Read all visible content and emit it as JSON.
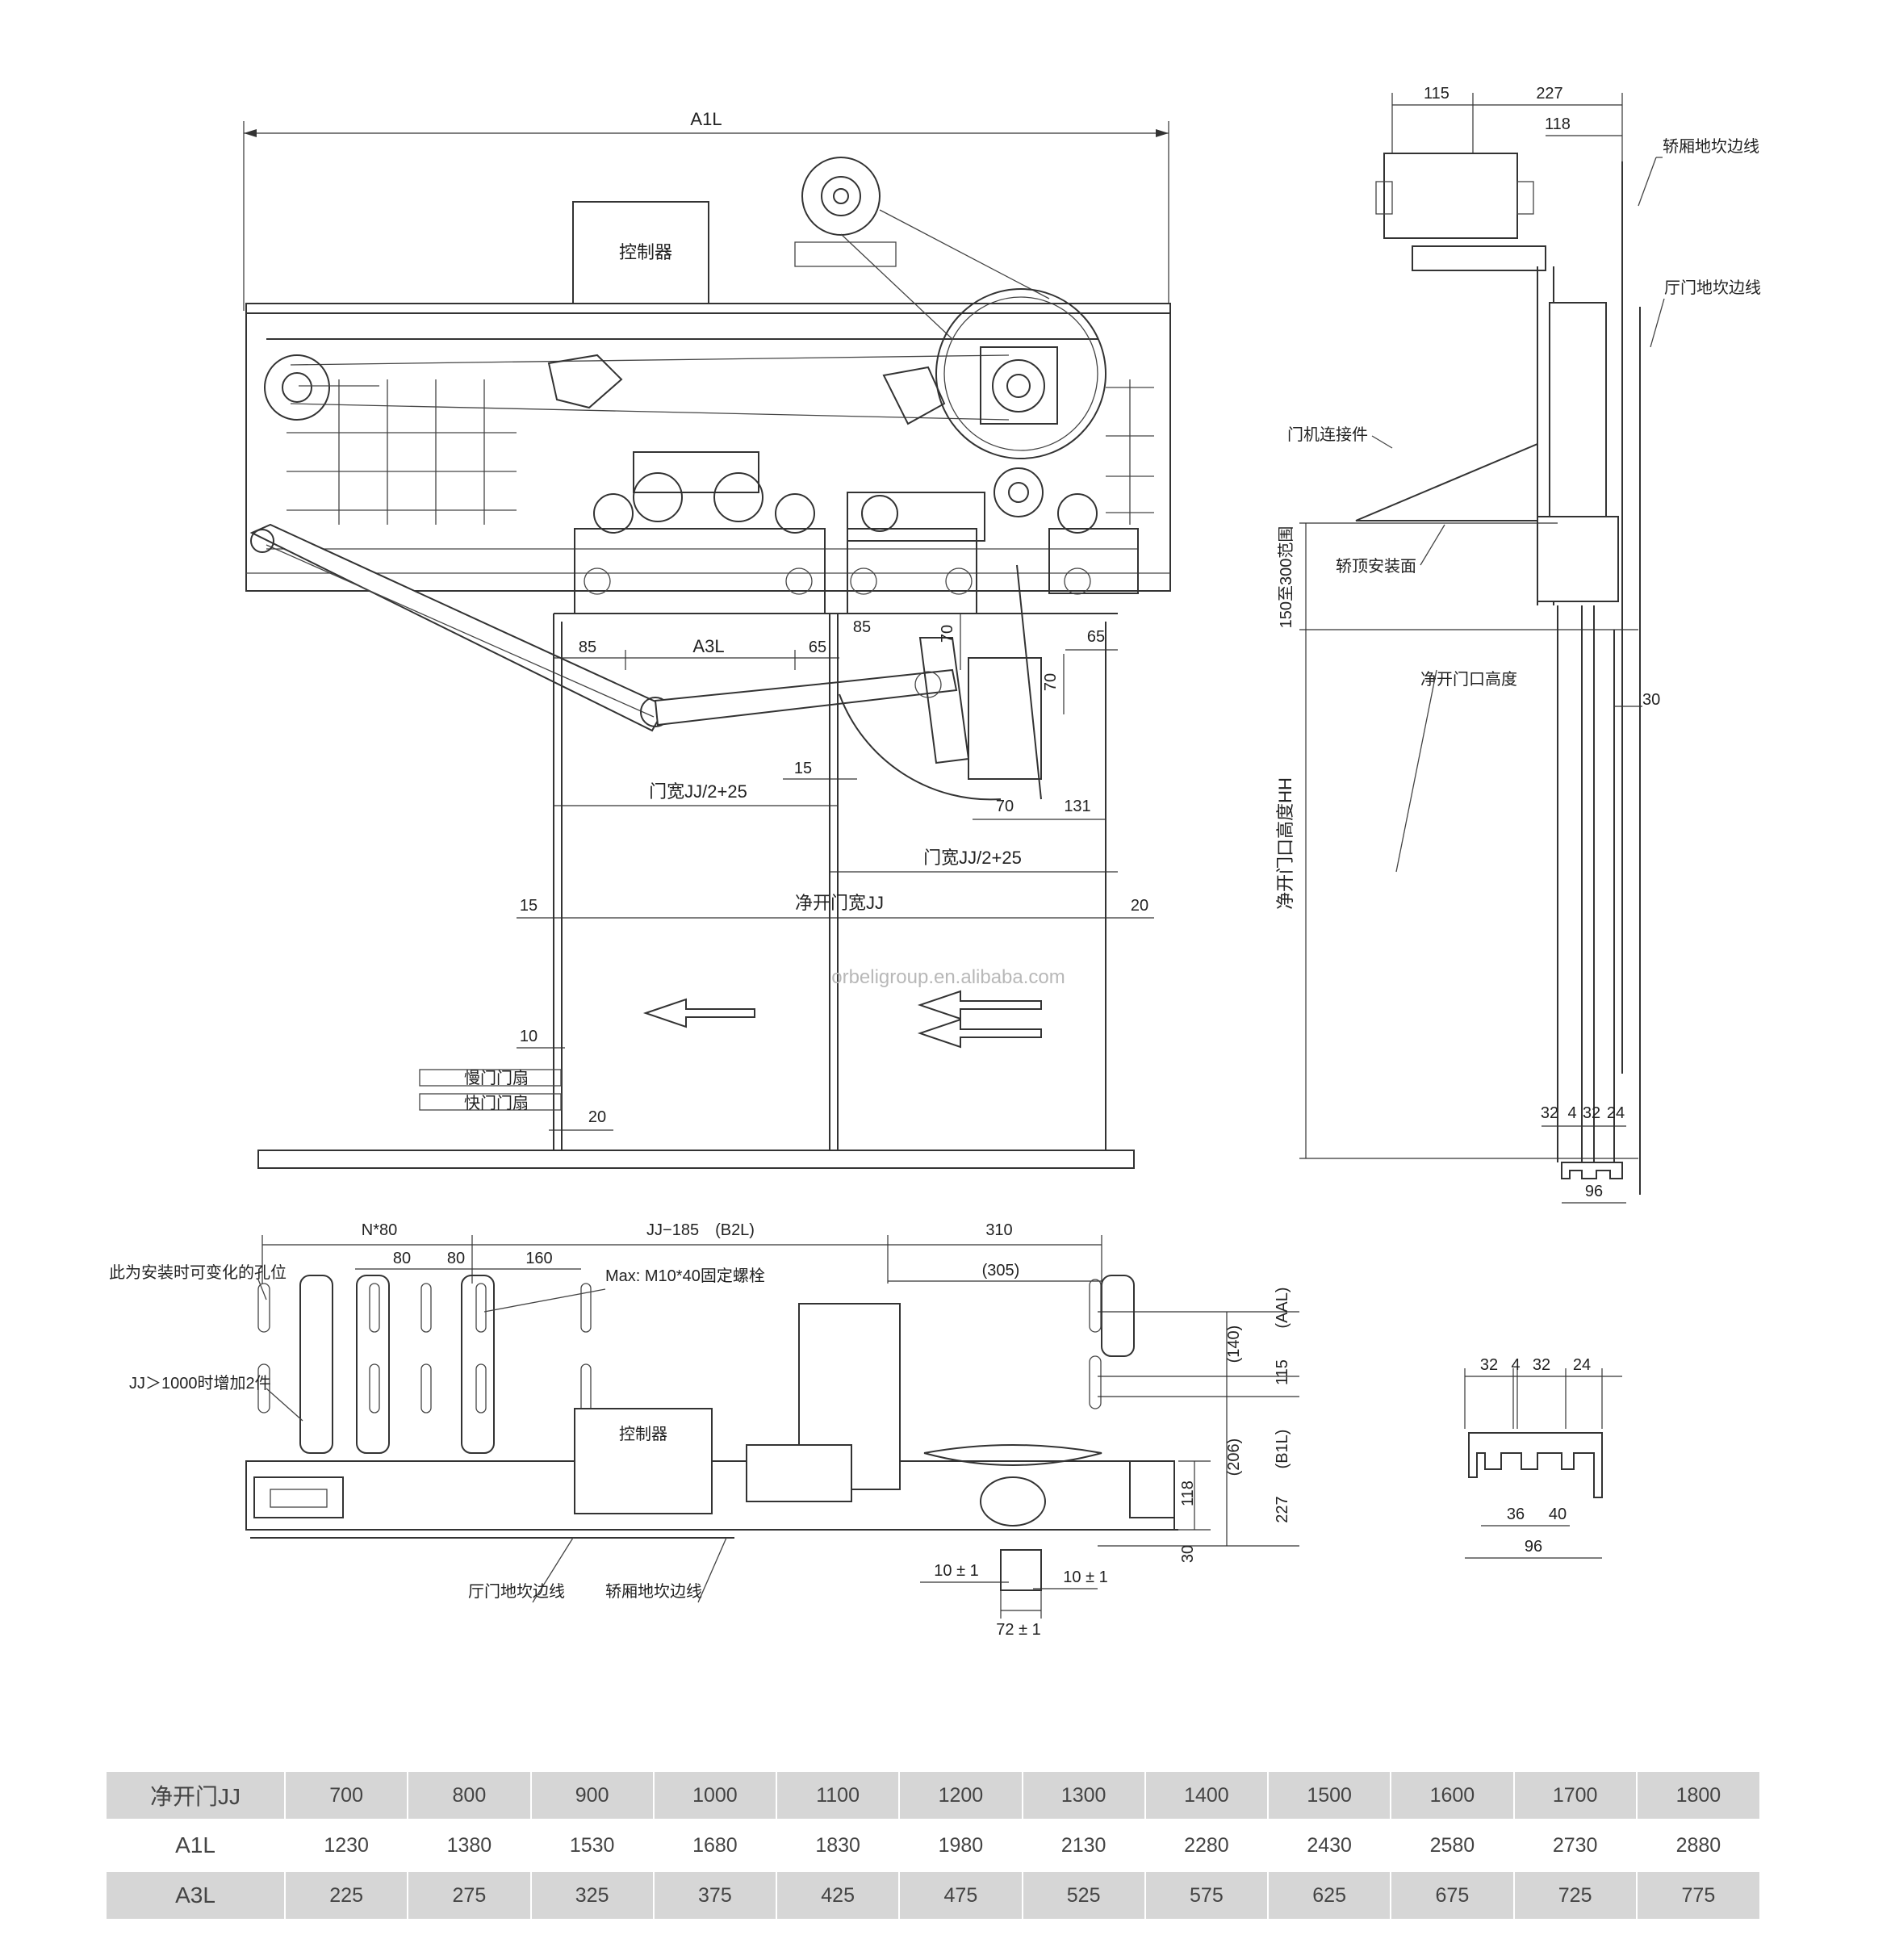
{
  "labels": {
    "a1l": "A1L",
    "controller_top": "控制器",
    "controller_bottom": "控制器",
    "a3l": "A3L",
    "dim_85a": "85",
    "dim_65a": "65",
    "dim_85b": "85",
    "dim_65b": "65",
    "dim_70v1": "70",
    "dim_70v2": "70",
    "dim_70h": "70",
    "dim_131": "131",
    "dim_15a": "15",
    "door_width_left": "门宽JJ/2+25",
    "door_width_right": "门宽JJ/2+25",
    "dim_15b": "15",
    "clear_width": "净开门宽JJ",
    "dim_20a": "20",
    "dim_10a": "10",
    "slow_door": "慢门门扇",
    "fast_door": "快门门扇",
    "dim_20b": "20",
    "watermark": "orbeligroup.en.alibaba.com",
    "side_115": "115",
    "side_227": "227",
    "side_118": "118",
    "car_sill_edge_side": "轿厢地坎边线",
    "landing_sill_edge_side": "厅门地坎边线",
    "door_connector": "门机连接件",
    "car_top_mount": "轿顶安装面",
    "range_150_300": "150至300范围",
    "clear_height": "净开门口高度",
    "clear_height_hh": "净开门口高度HH",
    "side_30": "30",
    "side_32a": "32",
    "side_4": "4",
    "side_32b": "32",
    "side_24": "24",
    "side_96": "96",
    "plan_n80": "N*80",
    "plan_jj185": "JJ−185　(B2L)",
    "plan_310": "310",
    "plan_80a": "80",
    "plan_80b": "80",
    "plan_160": "160",
    "plan_305": "(305)",
    "variable_holes": "此为安装时可变化的孔位",
    "bolt_note": "Max: M10*40固定螺栓",
    "add_two": "JJ＞1000时增加2件",
    "plan_140": "(140)",
    "plan_aal": "(AAL)",
    "plan_115": "115",
    "plan_206": "(206)",
    "plan_b1l": "(B1L)",
    "plan_227": "227",
    "plan_118": "118",
    "plan_30": "30",
    "plan_10a": "10 ± 1",
    "plan_10b": "10 ± 1",
    "plan_72": "72 ± 1",
    "landing_sill_edge_plan": "厅门地坎边线",
    "car_sill_edge_plan": "轿厢地坎边线",
    "sill_32a": "32",
    "sill_4": "4",
    "sill_32b": "32",
    "sill_24": "24",
    "sill_36": "36",
    "sill_40": "40",
    "sill_96": "96"
  },
  "table": {
    "rows": [
      {
        "header": "净开门JJ",
        "values": [
          "700",
          "800",
          "900",
          "1000",
          "1100",
          "1200",
          "1300",
          "1400",
          "1500",
          "1600",
          "1700",
          "1800"
        ]
      },
      {
        "header": "A1L",
        "values": [
          "1230",
          "1380",
          "1530",
          "1680",
          "1830",
          "1980",
          "2130",
          "2280",
          "2430",
          "2580",
          "2730",
          "2880"
        ]
      },
      {
        "header": "A3L",
        "values": [
          "225",
          "275",
          "325",
          "375",
          "425",
          "475",
          "525",
          "575",
          "625",
          "675",
          "725",
          "775"
        ]
      }
    ]
  }
}
